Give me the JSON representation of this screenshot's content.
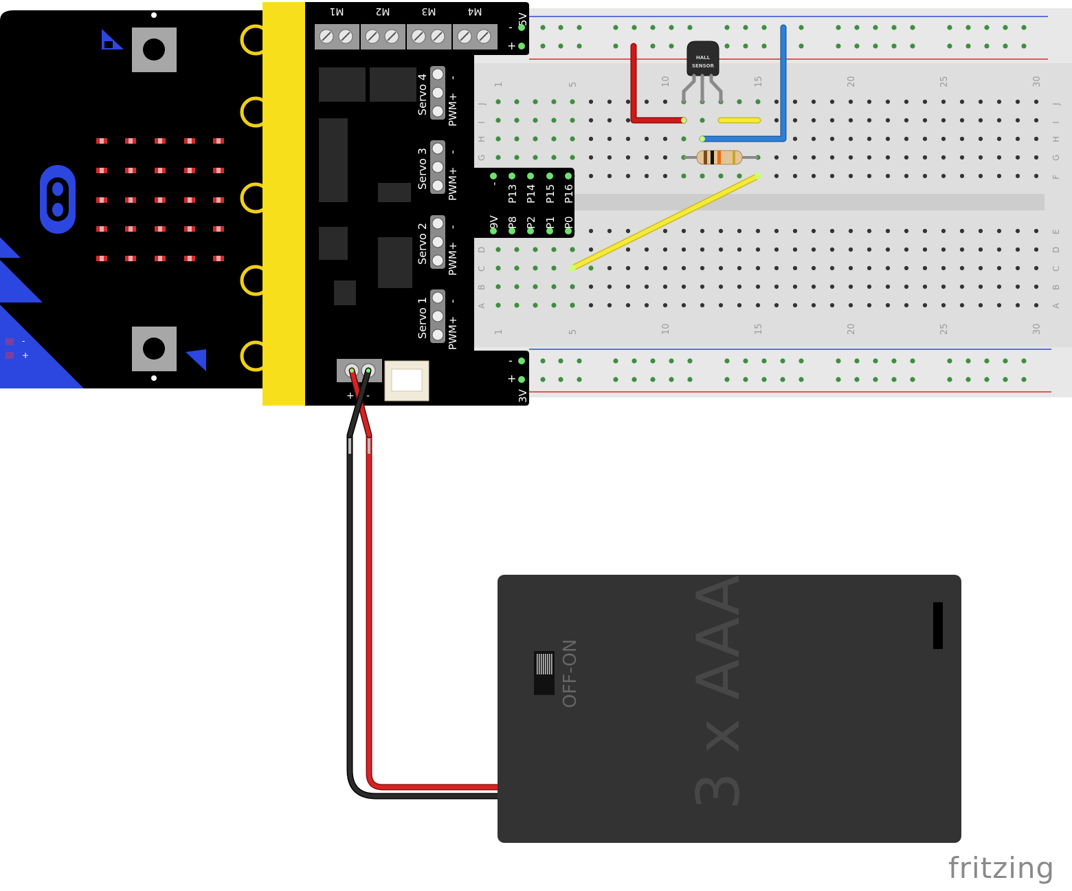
{
  "motor_ports": [
    "M1",
    "M2",
    "M3",
    "M4"
  ],
  "servo_headers": [
    {
      "name": "Servo 4",
      "pins": [
        "PWM+",
        "-"
      ]
    },
    {
      "name": "Servo 3",
      "pins": [
        "PWM+",
        "-"
      ]
    },
    {
      "name": "Servo 2",
      "pins": [
        "PWM+",
        "-"
      ]
    },
    {
      "name": "Servo 1",
      "pins": [
        "PWM+",
        "-"
      ]
    }
  ],
  "rail_labels": {
    "top_voltage": "5V",
    "bottom_voltage": "3V",
    "minus": "-",
    "plus": "+"
  },
  "io_header": {
    "top_row": [
      "-",
      "P13",
      "P14",
      "P15",
      "P16"
    ],
    "bottom_row": [
      "9V",
      "P8",
      "P2",
      "P1",
      "P0"
    ]
  },
  "battery_terminal": {
    "plus": "+",
    "minus": "-"
  },
  "microbit_edge": {
    "minus": "-",
    "plus": "+"
  },
  "breadboard": {
    "column_labels": [
      "1",
      "5",
      "10",
      "15",
      "20",
      "25",
      "30"
    ],
    "upper_rows": [
      "J",
      "I",
      "H",
      "G",
      "F"
    ],
    "lower_rows": [
      "E",
      "D",
      "C",
      "B",
      "A"
    ]
  },
  "sensor": {
    "line1": "HALL",
    "line2": "SENSOR"
  },
  "battery": {
    "label": "3 x AAA",
    "switch_label": "OFF-ON"
  },
  "brand": "fritzing",
  "colors": {
    "board": "#000000",
    "gold_edge": "#f7e01b",
    "breadboard": "#dedede",
    "hole_green": "#3e8e3e",
    "wire_red": "#cc1111",
    "wire_blue": "#2f7fd6",
    "wire_yellow": "#f5e93a",
    "battery": "#333333",
    "microbit_accent": "#2b47e0"
  }
}
